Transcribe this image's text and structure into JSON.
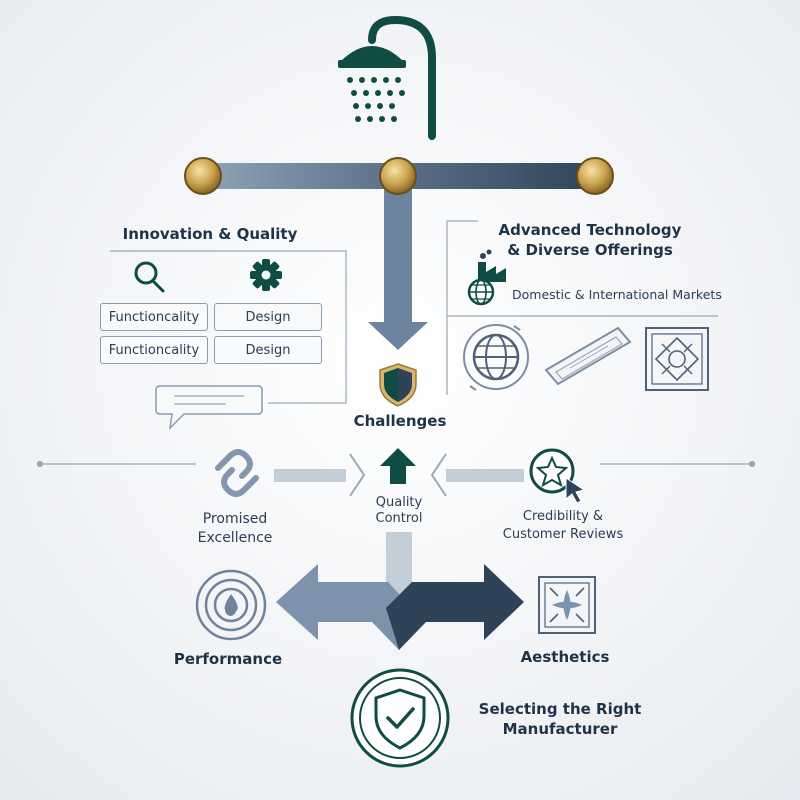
{
  "colors": {
    "dark_green": "#0f4c44",
    "navy": "#2f4358",
    "steel": "#7d93ab",
    "light_steel": "#c3ced9",
    "brass": "#c9a24c",
    "line": "#9aa7b5"
  },
  "innovation": {
    "title": "Innovation & Quality",
    "functionality_1": "Functioncality",
    "design_1": "Design",
    "functionality_2": "Functioncality",
    "design_2": "Design"
  },
  "technology": {
    "title_line1": "Advanced Technology",
    "title_line2": "& Diverse Offerings",
    "markets": "Domestic & International Markets"
  },
  "challenges": "Challenges",
  "quality_control": {
    "line1": "Quality",
    "line2": "Control"
  },
  "promised_excellence": {
    "line1": "Promised",
    "line2": "Excellence"
  },
  "credibility": {
    "line1": "Credibility &",
    "line2": "Customer Reviews"
  },
  "performance": "Performance",
  "aesthetics": "Aesthetics",
  "selecting": {
    "line1": "Selecting the Right",
    "line2": "Manufacturer"
  },
  "icons": [
    "shower-head-icon",
    "brass-valve-icon",
    "magnifier-icon",
    "gear-icon",
    "speech-bubble-icon",
    "factory-globe-icon",
    "globe-icon",
    "drain-channel-icon",
    "ornamental-tile-icon",
    "shield-icon",
    "up-arrow-icon",
    "chain-link-icon",
    "star-cursor-icon",
    "spiral-drop-icon",
    "floral-tile-icon",
    "shield-check-icon"
  ]
}
